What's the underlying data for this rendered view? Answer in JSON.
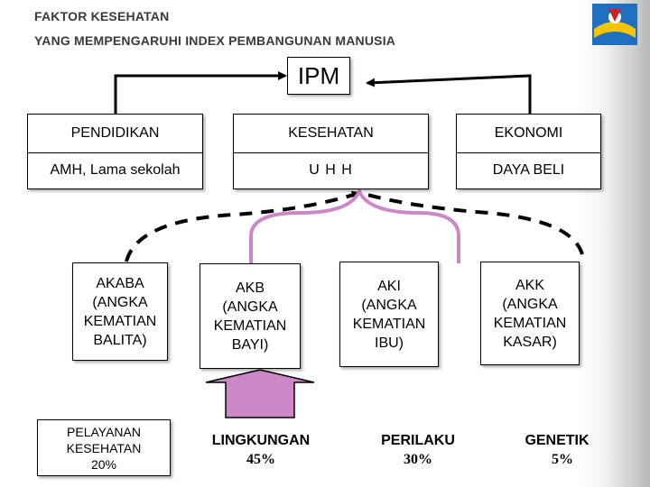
{
  "title": {
    "line1": "FAKTOR KESEHATAN",
    "line2": "YANG MEMPENGARUHI INDEX PEMBANGUNAN  MANUSIA"
  },
  "ipm": "IPM",
  "pillars": [
    {
      "header": "PENDIDIKAN",
      "sub": "AMH, Lama sekolah"
    },
    {
      "header": "KESEHATAN",
      "sub": "U H H"
    },
    {
      "header": "EKONOMI",
      "sub": "DAYA BELI"
    }
  ],
  "mortality": [
    {
      "lines": [
        "AKABA",
        "(ANGKA",
        "KEMATIAN",
        "BALITA)"
      ]
    },
    {
      "lines": [
        "AKB",
        "(ANGKA",
        "KEMATIAN",
        "BAYI)"
      ]
    },
    {
      "lines": [
        "AKI",
        "(ANGKA",
        "KEMATIAN",
        "IBU)"
      ]
    },
    {
      "lines": [
        "AKK",
        "(ANGKA",
        "KEMATIAN",
        "KASAR)"
      ]
    }
  ],
  "factors": [
    {
      "name": "PELAYANAN",
      "name2": "KESEHATAN",
      "pct": "20%"
    },
    {
      "name": "LINGKUNGAN",
      "pct": "45%"
    },
    {
      "name": "PERILAKU",
      "pct": "30%"
    },
    {
      "name": "GENETIK",
      "pct": "5%"
    }
  ],
  "colors": {
    "accent_pink": "#cc88c6",
    "title_gray": "#3a3a3a",
    "logo_blue": "#1e6fc0",
    "logo_yellow": "#f5c400",
    "logo_red": "#d42020"
  },
  "icons": {
    "logo": "organization-logo-icon"
  }
}
